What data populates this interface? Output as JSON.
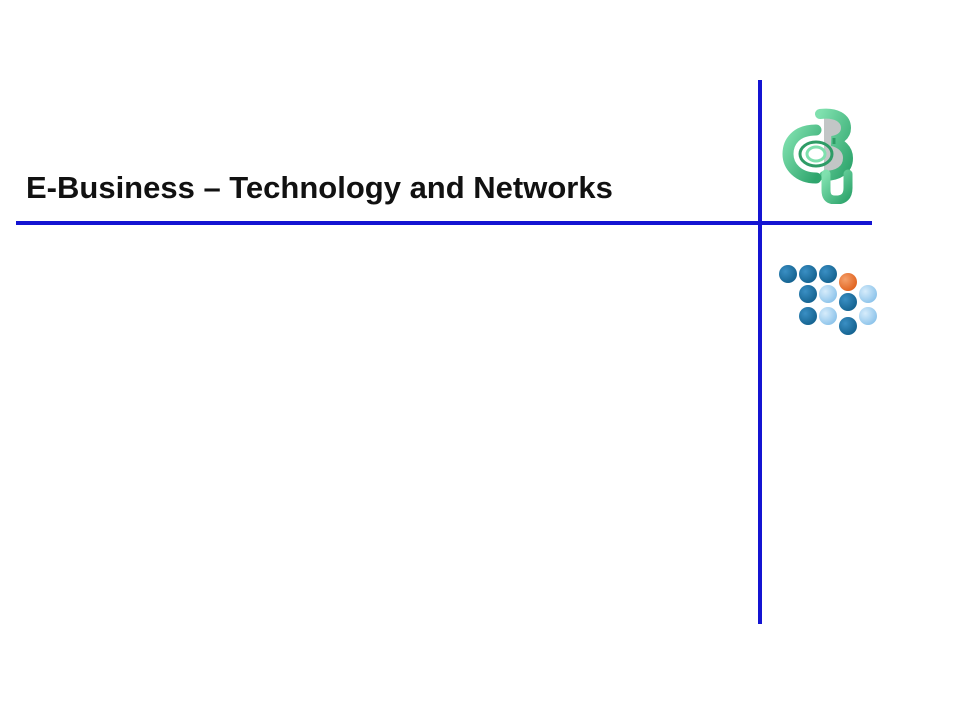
{
  "slide": {
    "title": "E-Business – Technology and Networks"
  },
  "colors": {
    "rule_lines": "#1414d2",
    "title_text": "#111111",
    "logo_green": "#4cbf88",
    "dot_dark_blue": "#1a6fa3",
    "dot_light_blue": "#a9d4f2",
    "dot_orange": "#e9742f"
  },
  "logos": {
    "top": "institution-seal-logo",
    "bottom": "dot-grid-logo"
  }
}
